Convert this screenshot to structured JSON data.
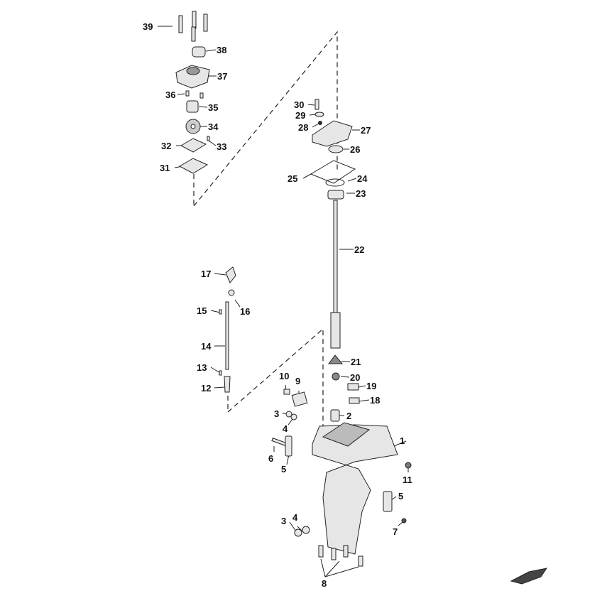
{
  "diagram": {
    "type": "exploded-parts-view",
    "labels": [
      "1",
      "2",
      "3",
      "4",
      "5",
      "6",
      "7",
      "8",
      "9",
      "10",
      "11",
      "12",
      "13",
      "14",
      "15",
      "16",
      "17",
      "18",
      "19",
      "20",
      "21",
      "22",
      "23",
      "24",
      "25",
      "26",
      "27",
      "28",
      "29",
      "30",
      "31",
      "32",
      "33",
      "34",
      "35",
      "36",
      "37",
      "38",
      "39"
    ],
    "repeat_labels": {
      "3b": "3",
      "4b": "4",
      "5b": "5"
    },
    "colors": {
      "line": "#222222",
      "part_fill": "#e6e6e6",
      "part_dark": "#555555"
    }
  }
}
